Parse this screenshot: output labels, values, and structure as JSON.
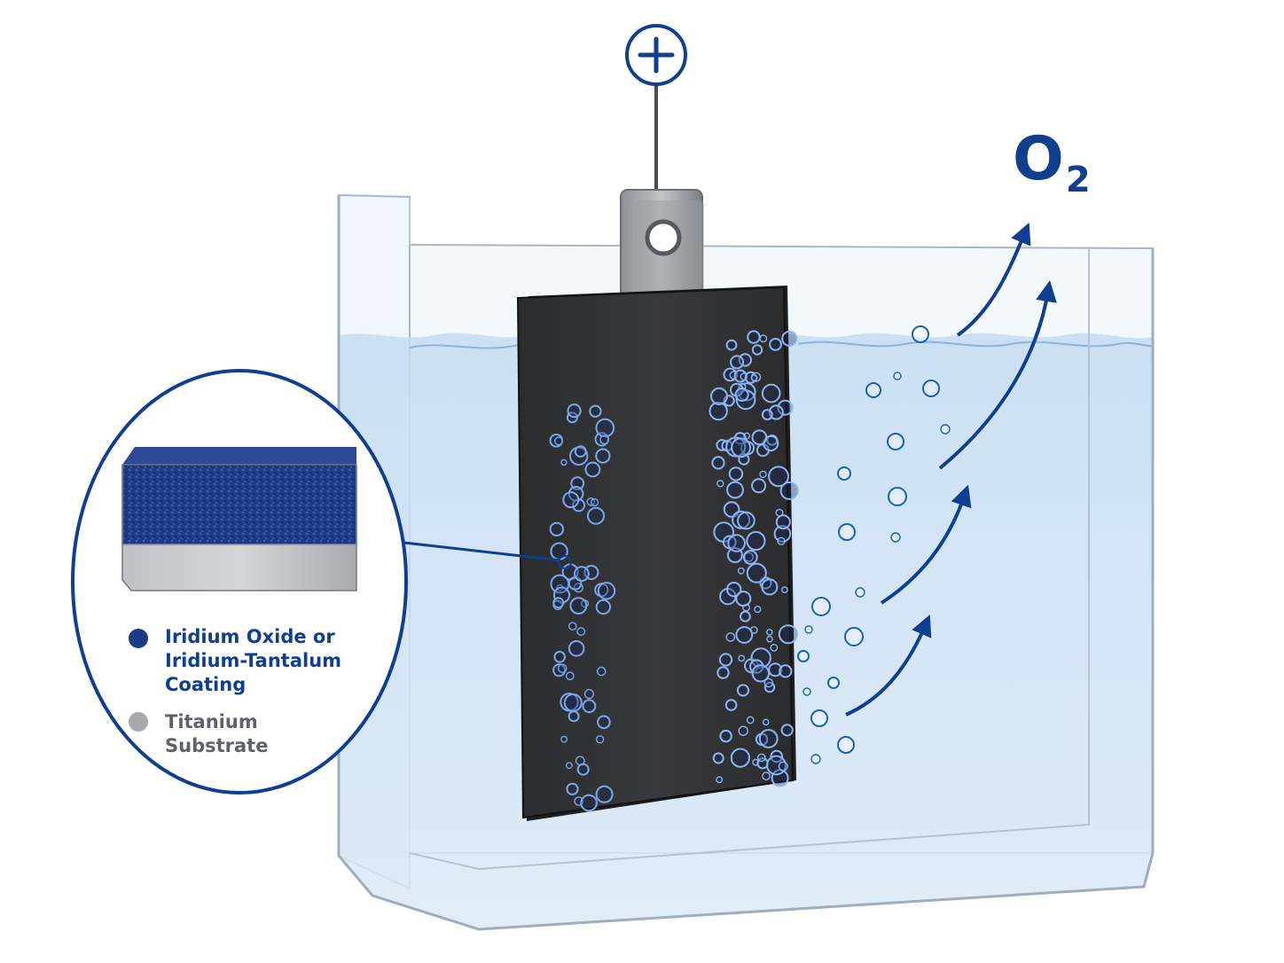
{
  "colors": {
    "brand_blue": "#0f3f8e",
    "label_gray": "#5f6369",
    "water": "#cfe3f6",
    "plate": "#2b2c2e",
    "coating": "#1c3a86",
    "titanium": "#a9acb0"
  },
  "terminal": {
    "symbol": "+",
    "icon": "plus-icon"
  },
  "gas": {
    "element": "O",
    "subscript": "2"
  },
  "legend": [
    {
      "text_lines": [
        "Iridium Oxide or",
        "Iridium-Tantalum",
        "Coating"
      ],
      "swatch": "#1c3a86"
    },
    {
      "text_lines": [
        "Titanium",
        "Substrate"
      ],
      "swatch": "#a7a9ac"
    }
  ]
}
